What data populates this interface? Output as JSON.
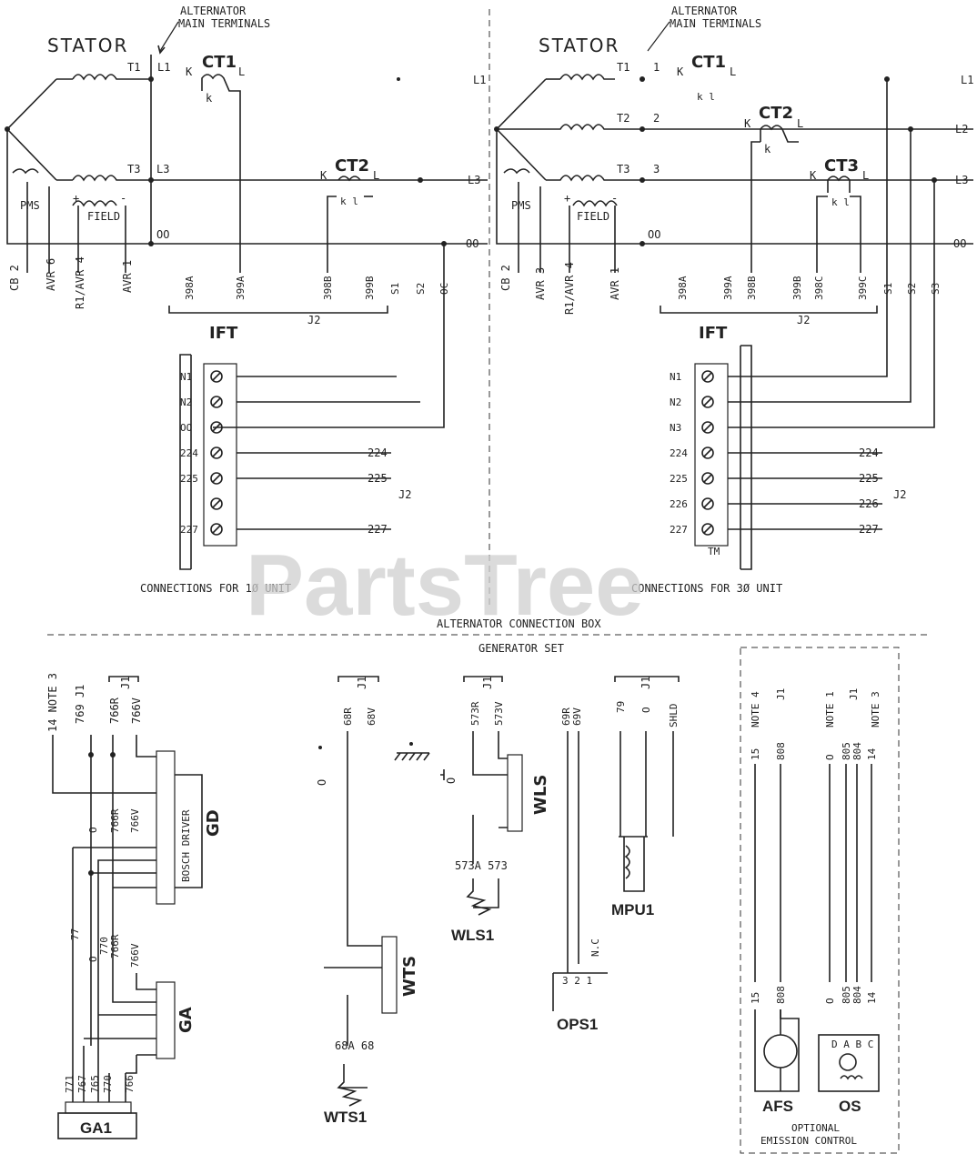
{
  "left": {
    "stator": "STATOR",
    "alt_main_1": "ALTERNATOR",
    "alt_main_2": "MAIN TERMINALS",
    "ct1": "CT1",
    "ct2": "CT2",
    "k": "K",
    "l": "L",
    "ksmall": "k",
    "kl": "k  l",
    "t1": "T1",
    "l1": "L1",
    "t3": "T3",
    "l3": "L3",
    "oo": "OO",
    "field": "FIELD",
    "pms": "PMS",
    "plus": "+",
    "minus": "-",
    "right_l1": "L1",
    "right_l3": "L3",
    "right_oo": "OO",
    "bottom_labels": [
      "CB 2",
      "AVR 6",
      "R1/AVR 4",
      "AVR 1"
    ],
    "term_labels": [
      "398A",
      "399A",
      "398B",
      "399B",
      "S1",
      "S2",
      "OC"
    ],
    "j2": "J2",
    "ift": "IFT",
    "rows": [
      "N1",
      "N2",
      "OO",
      "224",
      "225",
      "",
      "227"
    ],
    "wire_labels": [
      "224",
      "225",
      "227"
    ],
    "j2b": "J2",
    "caption": "CONNECTIONS FOR 1Ø UNIT"
  },
  "right": {
    "stator": "STATOR",
    "alt_main_1": "ALTERNATOR",
    "alt_main_2": "MAIN TERMINALS",
    "ct1": "CT1",
    "ct2": "CT2",
    "ct3": "CT3",
    "t1": "T1",
    "t2": "T2",
    "t3": "T3",
    "n1": "1",
    "n2": "2",
    "n3": "3",
    "oo": "OO",
    "field": "FIELD",
    "pms": "PMS",
    "right_l1": "L1",
    "right_l2": "L2",
    "right_l3": "L3",
    "right_oo": "OO",
    "bottom_labels": [
      "CB 2",
      "AVR 3",
      "R1/AVR 4",
      "AVR 1"
    ],
    "term_labels": [
      "398A",
      "399A",
      "398B",
      "399B",
      "398C",
      "399C",
      "S1",
      "S2",
      "S3"
    ],
    "j2": "J2",
    "ift": "IFT",
    "rows": [
      "N1",
      "N2",
      "N3",
      "224",
      "225",
      "226",
      "227"
    ],
    "wire_labels": [
      "224",
      "225",
      "226",
      "227"
    ],
    "j2b": "J2",
    "caption": "CONNECTIONS FOR 3Ø UNIT"
  },
  "box_title": "ALTERNATOR CONNECTION BOX",
  "gen_set": "GENERATOR SET",
  "watermark": "PartsTree",
  "tm": "TM",
  "bottom": {
    "note3": "14 NOTE 3",
    "ga_top": [
      "769 J1",
      "766R",
      "766V"
    ],
    "j1": "J1",
    "gd": "GD",
    "gd_sub": "BOSCH DRIVER",
    "gd_wires": [
      "O",
      "766R",
      "766V"
    ],
    "ga_wires": [
      "77",
      "O",
      "770",
      "766R",
      "766V"
    ],
    "ga": "GA",
    "ga1_wires": [
      "771",
      "767",
      "765",
      "770",
      "766"
    ],
    "ga1": "GA1",
    "wts_top": [
      "68R",
      "68V"
    ],
    "o": "O",
    "wts": "WTS",
    "wts1_wires": "68A  68",
    "wts1": "WTS1",
    "wls_top": [
      "573R",
      "573V"
    ],
    "wls": "WLS",
    "wls1_wires": "573A  573",
    "wls1": "WLS1",
    "ops_top": [
      "69R",
      "69V"
    ],
    "nc": "N.C",
    "ops_nums": "3  2  1",
    "ops1": "OPS1",
    "mpu_top": [
      "79",
      "O",
      "SHLD"
    ],
    "mpu1": "MPU1",
    "afs_top": [
      "NOTE 4",
      "J1"
    ],
    "afs_wires": [
      "15",
      "808"
    ],
    "os_top": [
      "NOTE 1",
      "J1",
      "NOTE 3"
    ],
    "os_wires": [
      "O",
      "805",
      "804",
      "14"
    ],
    "afs": "AFS",
    "os": "OS",
    "os_pins": "D  A  B  C",
    "opt1": "OPTIONAL",
    "opt2": "EMISSION CONTROL"
  }
}
